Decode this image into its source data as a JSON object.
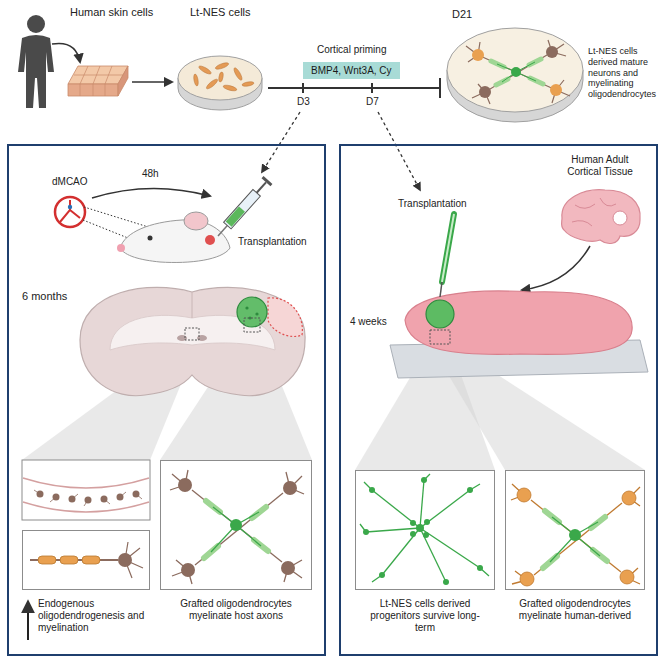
{
  "diagram": {
    "nodes": [
      {
        "text": [
          "BMP4, Wnt3A, Cy"
        ]
      },
      {
        "text": [
          "Endogenous oligodendrogenesis and myelination"
        ]
      },
      {
        "text": [
          "Grafted oligodendrocytes myelinate host axons"
        ]
      },
      {
        "text": [
          "Lt-NES cells derived progenitors survive long-term"
        ]
      },
      {
        "text": [
          "Grafted oligodendrocytes myelinate human-derived"
        ]
      }
    ],
    "labels": [
      "Human skin cells",
      "Lt-NES cells",
      "Cortical priming",
      "D3",
      "D7",
      "D21",
      "Lt-NES cells derived mature neurons and myelinating oligodendrocytes",
      "dMCAO",
      "48h",
      "Transplantation",
      "6 months",
      "Human Adult Cortical Tissue",
      "Transplantation",
      "4 weeks"
    ]
  }
}
